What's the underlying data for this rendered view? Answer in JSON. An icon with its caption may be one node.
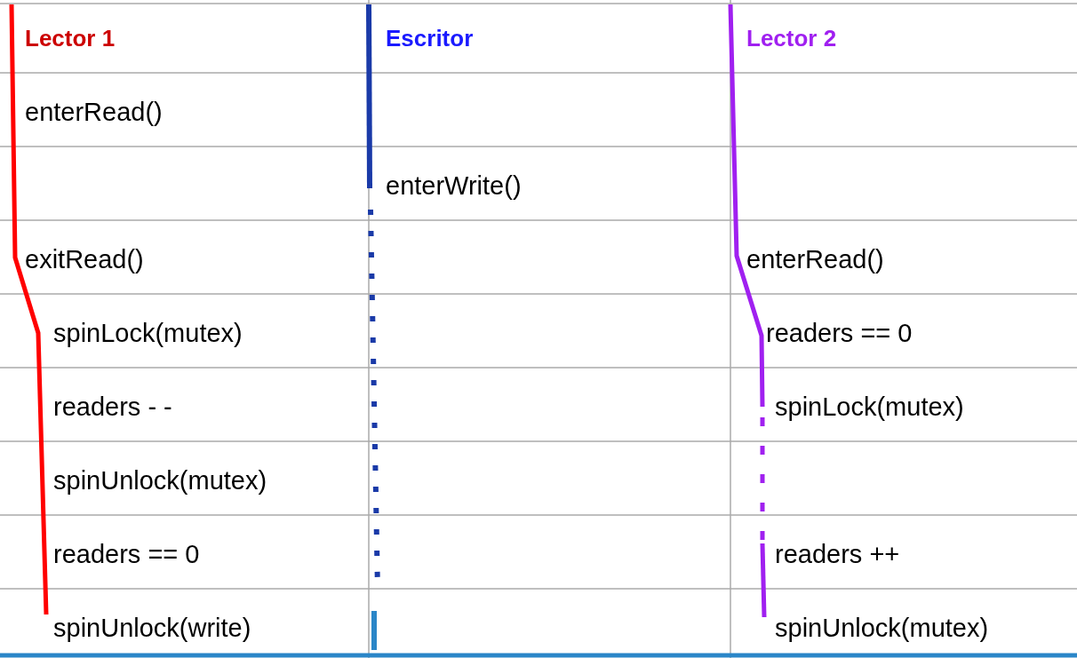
{
  "diagram": {
    "labels": [
      "Lector 1",
      "Escritor",
      "Lector 2",
      "enterRead()",
      "enterWrite()",
      "exitRead()",
      "enterRead()",
      "spinLock(mutex)",
      "readers == 0",
      "readers - -",
      "spinLock(mutex)",
      "spinUnlock(mutex)",
      "readers == 0",
      "readers ++",
      "spinUnlock(write)",
      "spinUnlock(mutex)"
    ]
  }
}
